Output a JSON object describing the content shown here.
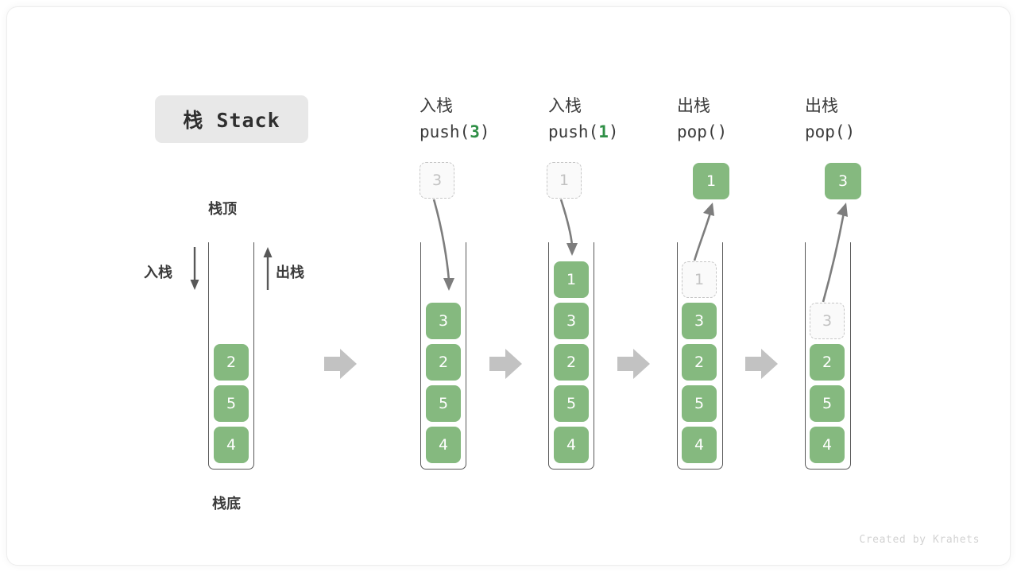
{
  "title": {
    "text": "栈 Stack"
  },
  "left_stack": {
    "top_label": "栈顶",
    "bottom_label": "栈底",
    "push_label": "入栈",
    "pop_label": "出栈",
    "cells": [
      "2",
      "5",
      "4"
    ]
  },
  "columns": [
    {
      "id": "push-3",
      "op_cn": "入栈",
      "op_code_prefix": "push(",
      "op_code_arg": "3",
      "op_code_suffix": ")",
      "floating_cell": {
        "value": "3",
        "style": "ghost"
      },
      "arrow": "down",
      "cells": [
        "3",
        "2",
        "5",
        "4"
      ]
    },
    {
      "id": "push-1",
      "op_cn": "入栈",
      "op_code_prefix": "push(",
      "op_code_arg": "1",
      "op_code_suffix": ")",
      "floating_cell": {
        "value": "1",
        "style": "ghost"
      },
      "arrow": "down",
      "cells": [
        "1",
        "3",
        "2",
        "5",
        "4"
      ]
    },
    {
      "id": "pop-1",
      "op_cn": "出栈",
      "op_code_prefix": "pop(",
      "op_code_arg": "",
      "op_code_suffix": ")",
      "floating_cell": {
        "value": "1",
        "style": "solid"
      },
      "arrow": "up",
      "cells": [
        "1",
        "3",
        "2",
        "5",
        "4"
      ],
      "ghost_index": 0
    },
    {
      "id": "pop-3",
      "op_cn": "出栈",
      "op_code_prefix": "pop(",
      "op_code_arg": "",
      "op_code_suffix": ")",
      "floating_cell": {
        "value": "3",
        "style": "solid"
      },
      "arrow": "up",
      "cells": [
        "3",
        "2",
        "5",
        "4"
      ],
      "ghost_index": 0
    }
  ],
  "separators": [
    "arrow-right",
    "arrow-right",
    "arrow-right",
    "arrow-right"
  ],
  "footer": {
    "credit": "Created by Krahets"
  },
  "colors": {
    "cell_green": "#85b97f",
    "ghost_border": "#c6c6c6",
    "ghost_text": "#c2c2c2",
    "container_border": "#585858",
    "separator_arrow": "#c2c2c2",
    "badge_bg": "#e8e8e8",
    "text_dark": "#3b3b3b",
    "code_num_green": "#2f8f46"
  }
}
